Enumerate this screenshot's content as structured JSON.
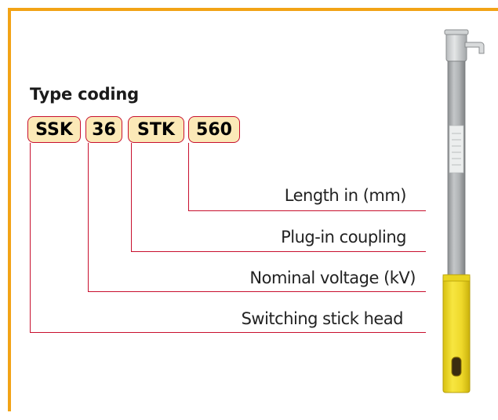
{
  "heading": "Type coding",
  "codes": {
    "head": "SSK",
    "voltage": "36",
    "coupling": "STK",
    "length": "560"
  },
  "labels": {
    "length": "Length in (mm)",
    "coupling": "Plug-in coupling",
    "voltage": "Nominal voltage (kV)",
    "head": "Switching stick head"
  },
  "colors": {
    "frame": "#f2a316",
    "line": "#c8102e",
    "box_fill": "#fbe9b7",
    "handle": "#f2dc1e",
    "shaft": "#a6a9ab"
  }
}
